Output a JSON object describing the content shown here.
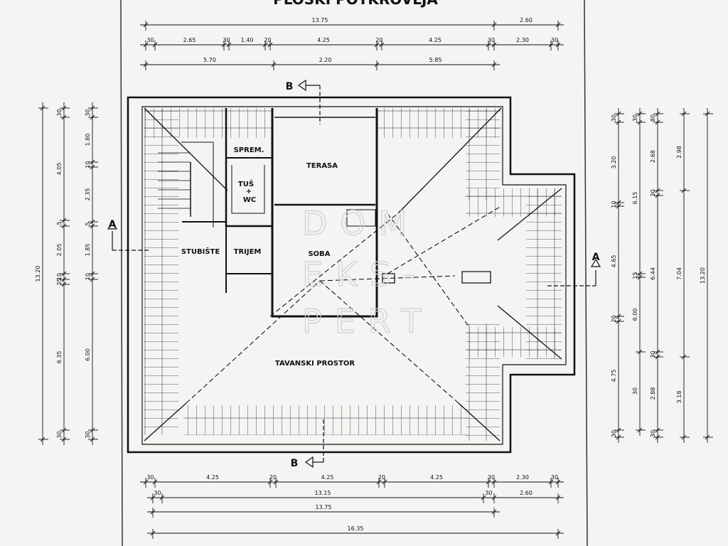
{
  "title": "PLOSKI POTKROVLJA",
  "watermark": [
    "DOM",
    "EKS-",
    "PERT"
  ],
  "rooms": {
    "sprem": "SPREM.",
    "terasa": "TERASA",
    "tus": "TUŠ",
    "plus": "+",
    "wc": "WC",
    "soba": "SOBA",
    "stubiste": "STUBIŠTE",
    "trijem": "TRIJEM",
    "tavanski": "TAVANSKI PROSTOR"
  },
  "section_markers": {
    "a_left": "A",
    "a_right": "A",
    "b_top": "B",
    "b_bottom": "B"
  },
  "dims_top": {
    "row1": [
      "13.75",
      "2.60"
    ],
    "row2": [
      "30",
      "2.65",
      "30",
      "1.40",
      "20",
      "4.25",
      "20",
      "4.25",
      "30",
      "2.30",
      "30"
    ],
    "row3": [
      "5.70",
      "2.20",
      "5.85"
    ]
  },
  "dims_bottom": {
    "row1": [
      "30",
      "4.25",
      "20",
      "4.25",
      "20",
      "4.25",
      "30",
      "2.30",
      "30"
    ],
    "row2": [
      "30",
      "13.15",
      "30",
      "2.60"
    ],
    "row3": [
      "13.75"
    ],
    "row4": [
      "16.35"
    ]
  },
  "dims_left": {
    "outer": [
      "30",
      "4.05",
      "5",
      "2.05",
      "10",
      "35",
      "6.35",
      "30"
    ],
    "inner": [
      "30",
      "1.80",
      "10",
      "2.35",
      "5",
      "1.85",
      "10",
      "6.00",
      "30"
    ],
    "total": "13.20"
  },
  "dims_right": {
    "col1": [
      "30",
      "3.20",
      "10",
      "4.65",
      "20",
      "4.75",
      "30"
    ],
    "col2": [
      "30",
      "6.15",
      "15",
      "6.00",
      "30"
    ],
    "col3": [
      "80",
      "2.68",
      "30",
      "6.44",
      "30",
      "2.88",
      "30"
    ],
    "col4": [
      "2.98",
      "7.04",
      "3.18"
    ],
    "total": "13.20"
  }
}
